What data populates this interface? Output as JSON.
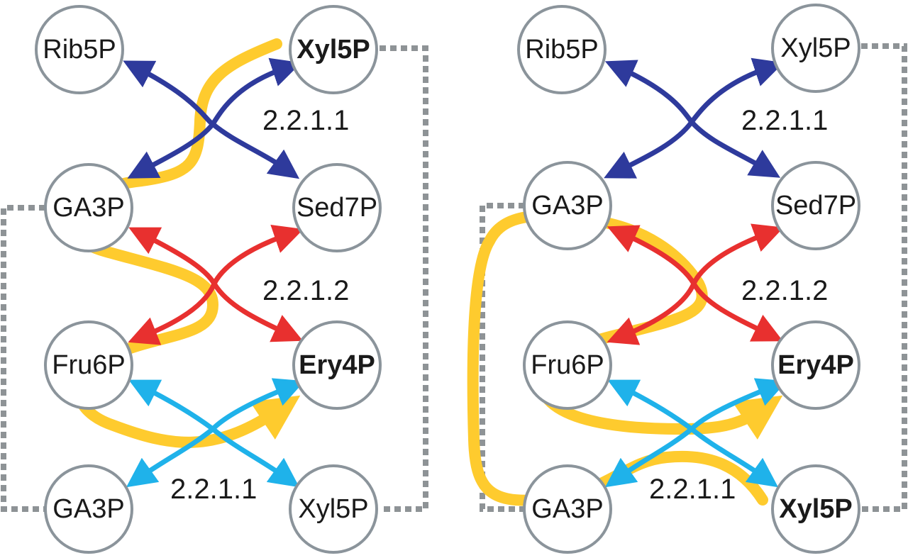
{
  "colors": {
    "node_stroke": "#8b949b",
    "dotted": "#8e9396",
    "ec_2_2_1_1_top": "#2e3a9c",
    "ec_2_2_1_2": "#e8302f",
    "ec_2_2_1_1_bottom": "#1fb2ea",
    "flux": "#fecb2e"
  },
  "left_panel": {
    "nodes": [
      {
        "id": "rib5p",
        "label": "Rib5P",
        "bold": false
      },
      {
        "id": "xyl5p_top",
        "label": "Xyl5P",
        "bold": true
      },
      {
        "id": "ga3p_top",
        "label": "GA3P",
        "bold": false
      },
      {
        "id": "sed7p",
        "label": "Sed7P",
        "bold": false
      },
      {
        "id": "fru6p",
        "label": "Fru6P",
        "bold": false
      },
      {
        "id": "ery4p",
        "label": "Ery4P",
        "bold": true
      },
      {
        "id": "ga3p_bottom",
        "label": "GA3P",
        "bold": false
      },
      {
        "id": "xyl5p_bottom",
        "label": "Xyl5P",
        "bold": false
      }
    ],
    "enzymes": [
      "2.2.1.1",
      "2.2.1.2",
      "2.2.1.1"
    ]
  },
  "right_panel": {
    "nodes": [
      {
        "id": "rib5p",
        "label": "Rib5P",
        "bold": false
      },
      {
        "id": "xyl5p_top",
        "label": "Xyl5P",
        "bold": false
      },
      {
        "id": "ga3p_top",
        "label": "GA3P",
        "bold": false
      },
      {
        "id": "sed7p",
        "label": "Sed7P",
        "bold": false
      },
      {
        "id": "fru6p",
        "label": "Fru6P",
        "bold": false
      },
      {
        "id": "ery4p",
        "label": "Ery4P",
        "bold": true
      },
      {
        "id": "ga3p_bottom",
        "label": "GA3P",
        "bold": false
      },
      {
        "id": "xyl5p_bottom",
        "label": "Xyl5P",
        "bold": true
      }
    ],
    "enzymes": [
      "2.2.1.1",
      "2.2.1.2",
      "2.2.1.1"
    ]
  }
}
